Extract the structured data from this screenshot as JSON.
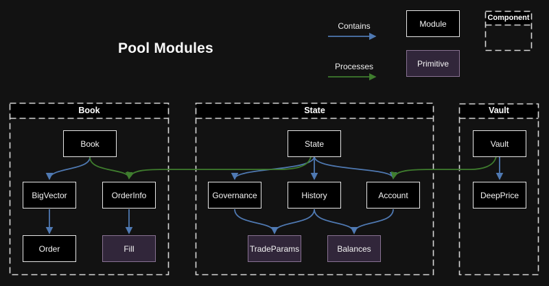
{
  "title": "Pool Modules",
  "legend": {
    "contains_label": "Contains",
    "processes_label": "Processes",
    "module_label": "Module",
    "primitive_label": "Primitive",
    "component_label": "Component"
  },
  "colors": {
    "background": "#121212",
    "contains_arrow": "#4f79b2",
    "processes_arrow": "#3f7d2e",
    "module_bg": "#000000",
    "module_border": "#e8e8e8",
    "primitive_bg": "#31263a",
    "primitive_border": "#8a7394",
    "dashed_border": "#d8d8d8"
  },
  "containers": {
    "book": {
      "title": "Book"
    },
    "state": {
      "title": "State"
    },
    "vault": {
      "title": "Vault"
    }
  },
  "nodes": {
    "book": {
      "label": "Book",
      "type": "module"
    },
    "bigvector": {
      "label": "BigVector",
      "type": "module"
    },
    "orderinfo": {
      "label": "OrderInfo",
      "type": "module"
    },
    "order": {
      "label": "Order",
      "type": "module"
    },
    "fill": {
      "label": "Fill",
      "type": "primitive"
    },
    "state": {
      "label": "State",
      "type": "module"
    },
    "governance": {
      "label": "Governance",
      "type": "module"
    },
    "history": {
      "label": "History",
      "type": "module"
    },
    "account": {
      "label": "Account",
      "type": "module"
    },
    "tradeparams": {
      "label": "TradeParams",
      "type": "primitive"
    },
    "balances": {
      "label": "Balances",
      "type": "primitive"
    },
    "vault": {
      "label": "Vault",
      "type": "module"
    },
    "deepprice": {
      "label": "DeepPrice",
      "type": "module"
    }
  },
  "edges": [
    {
      "from": "Book",
      "to": "BigVector",
      "type": "contains"
    },
    {
      "from": "Book",
      "to": "OrderInfo",
      "type": "processes"
    },
    {
      "from": "BigVector",
      "to": "Order",
      "type": "contains"
    },
    {
      "from": "OrderInfo",
      "to": "Fill",
      "type": "contains"
    },
    {
      "from": "State",
      "to": "Governance",
      "type": "contains"
    },
    {
      "from": "State",
      "to": "History",
      "type": "contains"
    },
    {
      "from": "State",
      "to": "Account",
      "type": "contains"
    },
    {
      "from": "State",
      "to": "OrderInfo",
      "type": "processes"
    },
    {
      "from": "Governance",
      "to": "TradeParams",
      "type": "contains"
    },
    {
      "from": "History",
      "to": "TradeParams",
      "type": "contains"
    },
    {
      "from": "History",
      "to": "Balances",
      "type": "contains"
    },
    {
      "from": "Account",
      "to": "Balances",
      "type": "contains"
    },
    {
      "from": "Vault",
      "to": "DeepPrice",
      "type": "contains"
    },
    {
      "from": "Vault",
      "to": "Account",
      "type": "processes"
    }
  ]
}
